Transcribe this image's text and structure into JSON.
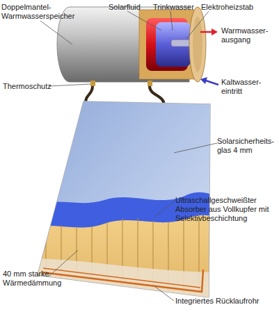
{
  "diagram": {
    "labels": [
      "Doppelmantel- Warmwasserspeicher",
      "Solarfluid",
      "Trinkwasser",
      "Elektroheizstab",
      "Warmwasser- ausgang",
      "Thermoschutz",
      "Kaltwasser- eintritt",
      "Solarsicherheits- glas 4 mm",
      "Ultraschallgeschweißter Absorber aus Vollkupfer mit Selektivbeschichtung",
      "40 mm starke Wärmedämmung",
      "Integriertes Rücklaufrohr"
    ]
  }
}
